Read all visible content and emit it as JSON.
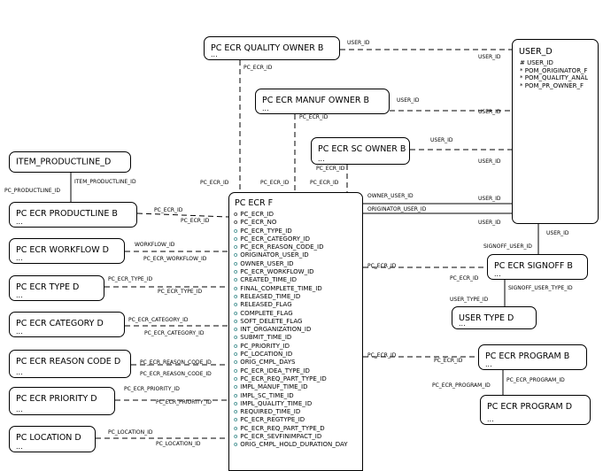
{
  "entities": {
    "quality_owner": {
      "title": "PC ECR QUALITY OWNER B",
      "dots": "..."
    },
    "manuf_owner": {
      "title": "PC ECR MANUF OWNER B",
      "dots": "..."
    },
    "sc_owner": {
      "title": "PC ECR SC OWNER B",
      "dots": "..."
    },
    "user_d": {
      "title": "USER_D",
      "attributes": [
        "# USER_ID",
        "* POM_ORIGINATOR_F",
        "* POM_QUALITY_ANAL",
        "* POM_PR_OWNER_F"
      ]
    },
    "item_productline": {
      "title": "ITEM_PRODUCTLINE_D"
    },
    "productline": {
      "title": "PC ECR PRODUCTLINE B",
      "dots": "..."
    },
    "workflow": {
      "title": "PC ECR WORKFLOW D",
      "dots": "..."
    },
    "type": {
      "title": "PC ECR TYPE D",
      "dots": "..."
    },
    "category": {
      "title": "PC ECR CATEGORY D",
      "dots": "..."
    },
    "reason_code": {
      "title": "PC ECR REASON CODE D",
      "dots": "..."
    },
    "priority": {
      "title": "PC ECR PRIORITY D",
      "dots": "..."
    },
    "location": {
      "title": "PC LOCATION D",
      "dots": "..."
    },
    "signoff": {
      "title": "PC ECR SIGNOFF B",
      "dots": "..."
    },
    "user_type": {
      "title": "USER TYPE D",
      "dots": "..."
    },
    "program_b": {
      "title": "PC ECR PROGRAM B",
      "dots": "..."
    },
    "program_d": {
      "title": "PC ECR PROGRAM D",
      "dots": "..."
    },
    "ecr_f": {
      "title": "PC ECR F",
      "attributes": [
        "PC_ECR_ID",
        "PC_ECR_NO",
        "PC_ECR_TYPE_ID",
        "PC_ECR_CATEGORY_ID",
        "PC_ECR_REASON_CODE_ID",
        "ORIGINATOR_USER_ID",
        "OWNER_USER_ID",
        "PC_ECR_WORKFLOW_ID",
        "CREATED_TIME_ID",
        "FINAL_COMPLETE_TIME_ID",
        "RELEASED_TIME_ID",
        "RELEASED_FLAG",
        "COMPLETE_FLAG",
        "SOFT_DELETE_FLAG",
        "INT_ORGANIZATION_ID",
        "SUBMIT_TIME_ID",
        "PC_PRIORITY_ID",
        "PC_LOCATION_ID",
        "ORIG_CMPL_DAYS",
        "PC_ECR_IDEA_TYPE_ID",
        "PC_ECR_REQ_PART_TYPE_ID",
        "IMPL_MANUF_TIME_ID",
        "IMPL_SC_TIME_ID",
        "IMPL_QUALITY_TIME_ID",
        "REQUIRED_TIME_ID",
        "PC_ECR_REGTYPE_ID",
        "PC_ECR_REQ_PART_TYPE_D",
        "PC_ECR_SEVFINIMPACT_ID",
        "ORIG_CMPL_HOLD_DURATION_DAY"
      ],
      "attribute_marker": "o"
    }
  },
  "labels": {
    "user_id": "USER_ID",
    "pc_ecr_id": "PC_ECR_ID",
    "pc_productline_id": "PC_PRODUCTLINE_ID",
    "item_productline_id": "ITEM_PRODUCTLINE_ID",
    "workflow_id": "WORKFLOW_ID",
    "pc_ecr_workflow_id": "PC_ECR_WORKFLOW_ID",
    "pc_ecr_type_id": "PC_ECR_TYPE_ID",
    "pc_ecr_category_id": "PC_ECR_CATEGORY_ID",
    "pc_ecr_reason_code_id": "PC_ECR_REASON_CODE_ID",
    "pc_ecr_priority_id": "PC_ECR_PRIORITY_ID",
    "pc_location_id": "PC_LOCATION_ID",
    "owner_user_id": "OWNER_USER_ID",
    "originator_user_id": "ORIGINATOR_USER_ID",
    "signoff_user_id": "SIGNOFF_USER_ID",
    "user_type_id": "USER_TYPE_ID",
    "signoff_user_type_id": "SIGNOFF_USER_TYPE_ID",
    "pc_ecr_program_id": "PC_ECR_PROGRAM_ID"
  }
}
